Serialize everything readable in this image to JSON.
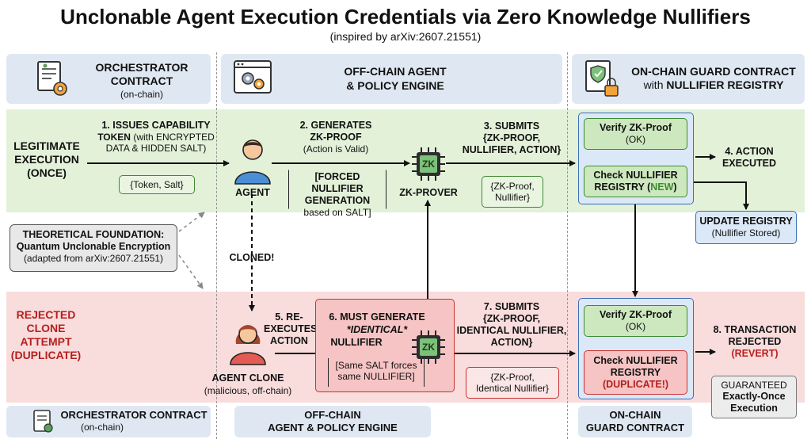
{
  "title": "Unclonable Agent Execution Credentials via Zero Knowledge Nullifiers",
  "subtitle": "(inspired by arXiv:2607.21551)",
  "headers": {
    "orchestrator": {
      "line1": "ORCHESTRATOR",
      "line2": "CONTRACT",
      "line3": "(on-chain)"
    },
    "offchain": {
      "line1": "OFF-CHAIN AGENT",
      "line2": "& POLICY ENGINE"
    },
    "onchain": {
      "line1": "ON-CHAIN GUARD CONTRACT",
      "line2a": "with ",
      "line2b": "NULLIFIER REGISTRY"
    }
  },
  "footers": {
    "orchestrator": {
      "line1": "ORCHESTRATOR CONTRACT",
      "line2": "(on-chain)"
    },
    "offchain": {
      "line1": "OFF-CHAIN",
      "line2": "AGENT & POLICY ENGINE"
    },
    "onchain": {
      "line1": "ON-CHAIN",
      "line2": "GUARD CONTRACT"
    }
  },
  "legit": {
    "row_label": [
      "LEGITIMATE",
      "EXECUTION",
      "(ONCE)"
    ],
    "step1": [
      "1. ISSUES CAPABILITY",
      "TOKEN",
      "(with ENCRYPTED",
      "DATA & HIDDEN SALT)"
    ],
    "token_tag": "{Token, Salt}",
    "agent_label": "AGENT",
    "step2": [
      "2. GENERATES",
      "ZK-PROOF",
      "(Action is Valid)"
    ],
    "forced": [
      "[FORCED NULLIFIER",
      "GENERATION",
      "based on SALT]"
    ],
    "prover_label": "ZK-PROVER",
    "chip_text": "ZK",
    "step3": [
      "3. SUBMITS",
      "{ZK-PROOF,",
      "NULLIFIER, ACTION}"
    ],
    "submit_tag": [
      "{ZK-Proof,",
      "Nullifier}"
    ],
    "verify": [
      "Verify ZK-Proof",
      "(OK)"
    ],
    "check": [
      "Check NULLIFIER",
      "REGISTRY (",
      "NEW",
      ")"
    ],
    "step4": [
      "4. ACTION",
      "EXECUTED"
    ],
    "update": [
      "UPDATE REGISTRY",
      "(Nullifier Stored)"
    ]
  },
  "foundation": [
    "THEORETICAL FOUNDATION:",
    "Quantum Unclonable Encryption",
    "(adapted from arXiv:2607.21551)"
  ],
  "cloned_label": "CLONED!",
  "clone": {
    "row_label": [
      "REJECTED",
      "CLONE",
      "ATTEMPT",
      "(DUPLICATE)"
    ],
    "step5": [
      "5. RE-",
      "EXECUTES",
      "ACTION"
    ],
    "agent_label": "AGENT CLONE",
    "agent_sub": "(malicious, off-chain)",
    "step6": [
      "6. MUST GENERATE",
      "*IDENTICAL*",
      "NULLIFIER"
    ],
    "same_salt": [
      "[Same SALT forces",
      "same NULLIFIER]"
    ],
    "chip_text": "ZK",
    "step7": [
      "7. SUBMITS",
      "{ZK-PROOF,",
      "IDENTICAL NULLIFIER,",
      "ACTION}"
    ],
    "submit_tag": [
      "{ZK-Proof,",
      "Identical Nullifier}"
    ],
    "verify": [
      "Verify ZK-Proof",
      "(OK)"
    ],
    "check": [
      "Check NULLIFIER",
      "REGISTRY",
      "(DUPLICATE!)"
    ],
    "step8": [
      "8. TRANSACTION",
      "REJECTED",
      "(REVERT)"
    ],
    "guaranteed": [
      "GUARANTEED",
      "Exactly-Once",
      "Execution"
    ]
  },
  "colors": {
    "green": "#3e8a32",
    "red": "#c83232",
    "blue": "#3a6fb3",
    "dark_red": "#b51f1f"
  },
  "icons": [
    "contract-gear-icon",
    "gears-window-icon",
    "shield-contract-lock-icon",
    "person-icon",
    "chip-icon"
  ]
}
